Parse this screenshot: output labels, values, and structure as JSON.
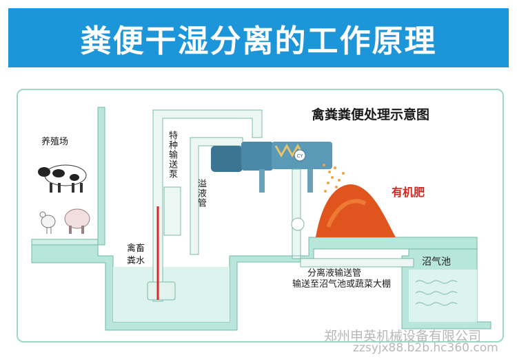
{
  "banner": {
    "title": "粪便干湿分离的工作原理"
  },
  "diagram": {
    "title": "禽粪粪便处理示意图",
    "labels": {
      "farm": "养殖场",
      "pump": "特种输送泵",
      "overflow": "溢液管",
      "waste_water_line1": "禽畜",
      "waste_water_line2": "粪水",
      "fertilizer": "有机肥",
      "biogas": "沼气池",
      "pipe_line1": "分离液输送管",
      "pipe_line2": "输送至沼气池或蔬菜大棚",
      "machine_badge": "CY"
    }
  },
  "watermark": {
    "company": "郑州申英机械设备有限公司",
    "url": "zzsyjx88.b2b.hc360.com"
  },
  "colors": {
    "banner": "#1c96d9",
    "frame": "#9bd8c6",
    "wall": "#b8e6da",
    "water": "#dcf3ee",
    "pipe": "#ecf7f3",
    "machine": "#4a8aa8",
    "fertilizer": "#e0541e",
    "fertilizer_label": "#d3261f"
  }
}
